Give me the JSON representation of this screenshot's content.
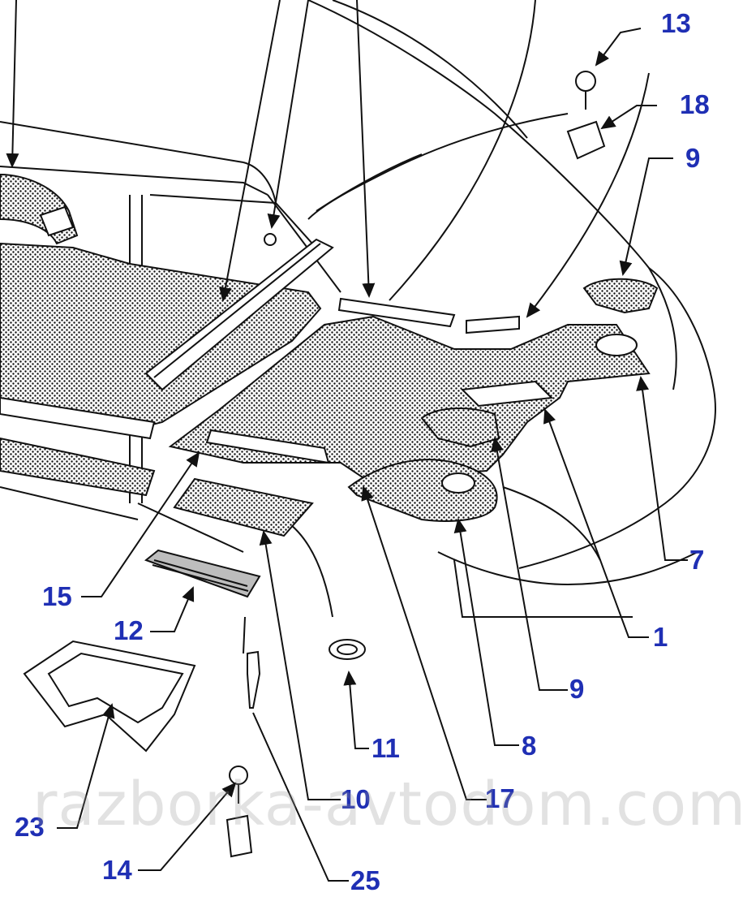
{
  "colors": {
    "callout": "#1f2fb4",
    "line": "#111111",
    "part_fill": "#cfcfcf"
  },
  "callouts": {
    "c13": "13",
    "c18": "18",
    "c9a": "9",
    "c7": "7",
    "c1": "1",
    "c9b": "9",
    "c8": "8",
    "c17": "17",
    "c10": "10",
    "c11": "11",
    "c15": "15",
    "c12": "12",
    "c23": "23",
    "c14": "14",
    "c25": "25"
  },
  "watermark": "razborka-avtodom.com"
}
